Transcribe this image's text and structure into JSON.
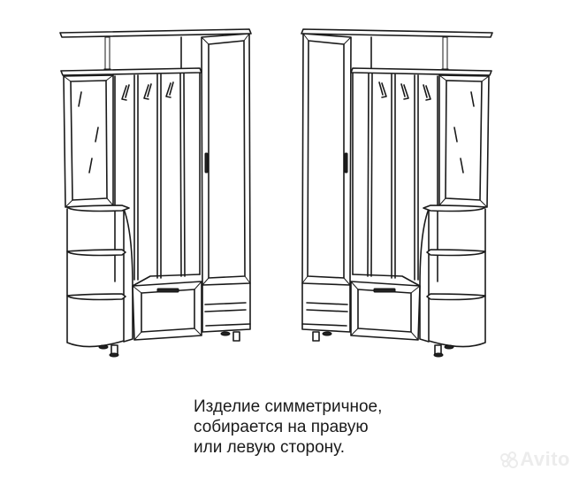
{
  "image": {
    "subject": "hallway furniture set line drawing",
    "variants": [
      {
        "id": "left-assembly",
        "mirror": false
      },
      {
        "id": "right-assembly",
        "mirror": true
      }
    ],
    "coat_hooks_per_unit": 3,
    "mirror_panels_per_unit": 1,
    "corner_shelves_per_unit": 3
  },
  "caption": {
    "lines": [
      "Изделие симметричное,",
      "собирается на правую",
      "или левую сторону."
    ]
  },
  "watermark": {
    "text": "Avito",
    "icon": "avito-dots-icon"
  },
  "colors": {
    "background": "#ffffff",
    "line": "#1a1a1a",
    "watermark": "#ececec"
  }
}
